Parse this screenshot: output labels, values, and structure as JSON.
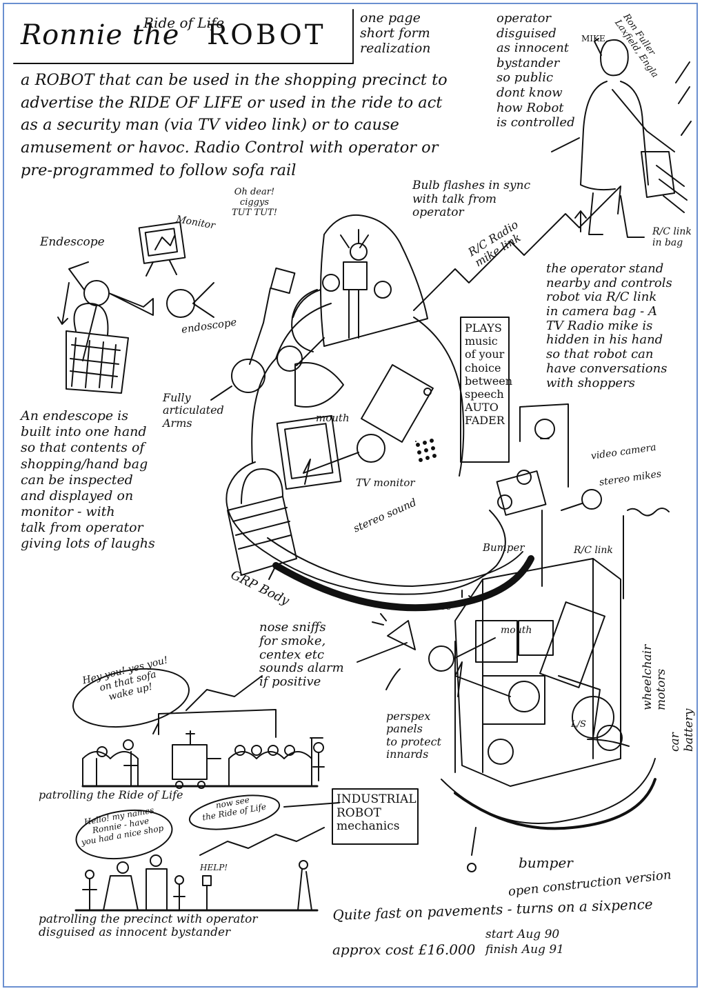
{
  "title": {
    "name": "Ronnie the",
    "ride": "Ride of Life",
    "robot": "ROBOT",
    "subtitle": "one page\nshort form\nrealization"
  },
  "intro": "a ROBOT that can be used in the shopping precinct to advertise the RIDE OF LIFE or used in the ride to act as a security man (via TV video link) or to cause amusement or havoc. Radio Control with operator or pre-programmed to follow sofa rail",
  "operator_note": "operator\ndisguised\nas innocent\nbystander\nso public\ndont know\nhow Robot\nis controlled",
  "signature": "Ron Fuller\nLaxfield, Engla",
  "mike": "MIKE",
  "labels": {
    "speech_bubble": "Oh dear!\nciggys\nTUT TUT!",
    "bulb": "Bulb flashes in sync\nwith talk from\noperator",
    "rc_radio": "R/C Radio\nmike link",
    "rc_link_bag": "R/C link\nin bag",
    "operator_stand": "the operator stand\nnearby and controls\nrobot via R/C link\nin camera bag - A\nTV Radio mike is\nhidden in his hand\nso that robot can\nhave conversations\nwith shoppers",
    "monitor": "Monitor",
    "endescope": "Endescope",
    "endoscope": "endoscope",
    "arms": "Fully\narticulated\nArms",
    "mouth": "mouth",
    "plays": "PLAYS\nmusic\nof your\nchoice\nbetween\nspeech\nAUTO\nFADER",
    "tv_monitor": "TV monitor",
    "stereo_sound": "stereo sound",
    "bumper": "Bumper",
    "grp_body": "GRP Body",
    "endescope_desc": "An endescope is\nbuilt into one hand\nso that contents of\nshopping/hand bag\ncan be inspected\nand displayed on\nmonitor - with\ntalk from operator\ngiving lots of laughs",
    "video_camera": "video camera",
    "stereo_mikes": "stereo mikes",
    "rc_link": "R/C link",
    "nose": "nose",
    "nose_sniffs": "nose sniffs\nfor smoke,\ncentex etc\nsounds alarm\nif positive",
    "mouth2": "mouth",
    "wheelchair": "wheelchair motors",
    "car_battery": "car battery",
    "perspex": "perspex\npanels\nto protect\ninnards",
    "ls": "L/S",
    "bumper2": "bumper",
    "open_construction": "open construction version",
    "industrial": "INDUSTRIAL\nROBOT\nmechanics",
    "hey_bubble": "Hey you! yes you!\non that sofa\nwake up!",
    "patrol_ride": "patrolling the Ride of Life",
    "hello_bubble": "Hello! my names\nRonnie - have\nyou had a nice shop",
    "now_see": "now see\nthe Ride of Life",
    "help": "HELP!",
    "patrol_precinct": "patrolling the precinct with operator\ndisguised as innocent bystander",
    "quite_fast": "Quite fast on pavements - turns on a sixpence",
    "cost": "approx cost £16.000",
    "start": "start Aug 90",
    "finish": "finish Aug 91"
  }
}
